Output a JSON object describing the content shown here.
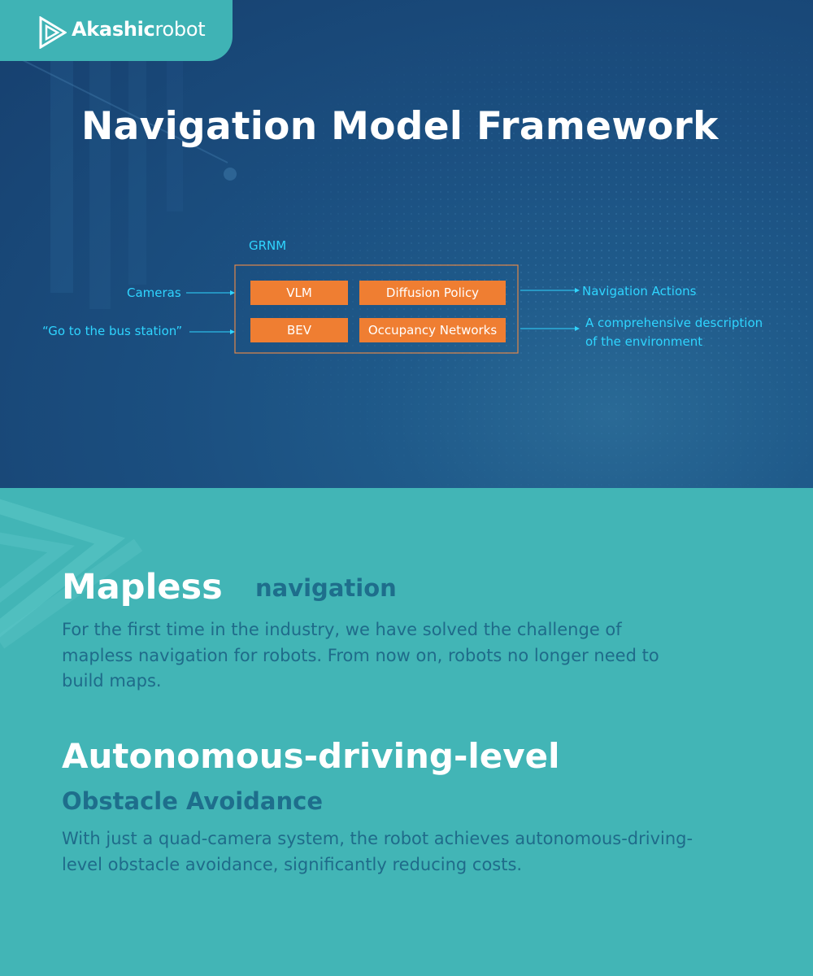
{
  "brand": {
    "name_bold": "Akashic",
    "name_light": "robot"
  },
  "header": {
    "title": "Navigation Model Framework"
  },
  "diagram": {
    "container_label": "GRNM",
    "inputs": [
      "Cameras",
      "“Go to the bus station”"
    ],
    "modules": [
      "VLM",
      "Diffusion Policy",
      "BEV",
      "Occupancy Networks"
    ],
    "outputs": [
      "Navigation Actions",
      "A comprehensive description",
      "of the environment"
    ]
  },
  "sections": [
    {
      "heading": "Mapless",
      "subheading": "navigation",
      "body": [
        "For the first time in the industry, we have solved the challenge of",
        "mapless navigation for robots. From now on, robots no longer need to",
        "build maps."
      ]
    },
    {
      "heading": "Autonomous-driving-level",
      "subheading": "Obstacle Avoidance",
      "body": [
        "With just a quad-camera system, the robot achieves autonomous-driving-",
        "level obstacle avoidance, significantly reducing costs."
      ]
    }
  ],
  "colors": {
    "top_bg": "#1b4f80",
    "teal": "#42b5b6",
    "tab": "#3fb3b5",
    "module_box": "#ef7e32",
    "diagram_text": "#2fd5ff",
    "subheading": "#1e6e8c"
  }
}
